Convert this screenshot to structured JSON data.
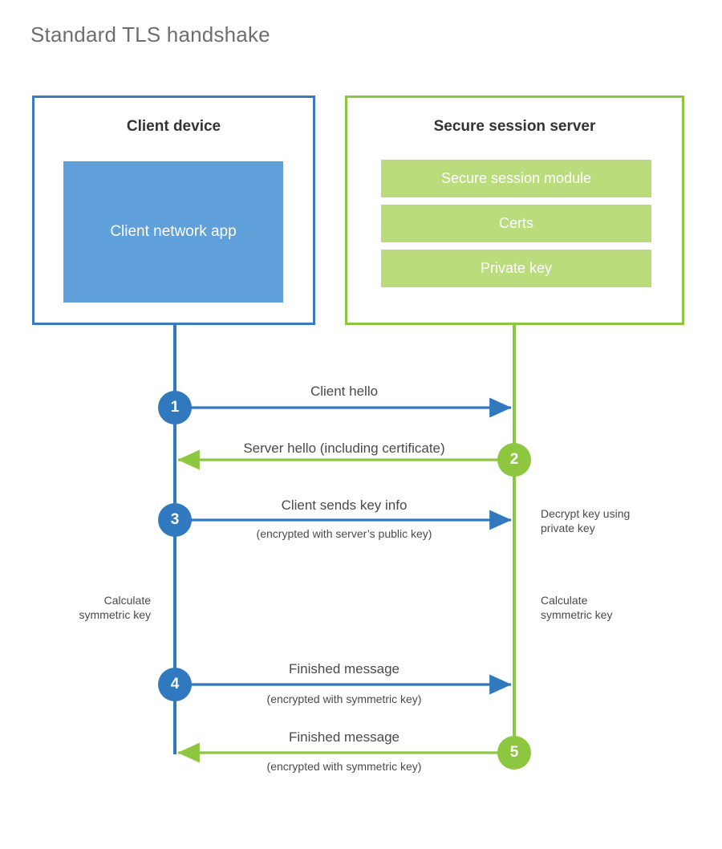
{
  "title": "Standard TLS handshake",
  "colors": {
    "client_border": "#3a7bbe",
    "client_fill": "#5fa0db",
    "server_border": "#8dc63f",
    "server_fill": "#badc7c",
    "client_accent": "#3079be",
    "server_accent": "#8dc63f",
    "title_text": "#6d6e71",
    "body_text": "#4a4a4a"
  },
  "client": {
    "title": "Client device",
    "app_label": "Client network app"
  },
  "server": {
    "title": "Secure session server",
    "bars": [
      {
        "label": "Secure session module"
      },
      {
        "label": "Certs"
      },
      {
        "label": "Private key"
      }
    ]
  },
  "steps": [
    {
      "number": "1",
      "side": "client",
      "direction": "right",
      "label": "Client hello",
      "sublabel": ""
    },
    {
      "number": "2",
      "side": "server",
      "direction": "left",
      "label": "Server hello (including certificate)",
      "sublabel": ""
    },
    {
      "number": "3",
      "side": "client",
      "direction": "right",
      "label": "Client sends key info",
      "sublabel": "(encrypted with server’s public key)"
    },
    {
      "number": "4",
      "side": "client",
      "direction": "right",
      "label": "Finished message",
      "sublabel": "(encrypted with symmetric key)"
    },
    {
      "number": "5",
      "side": "server",
      "direction": "left",
      "label": "Finished message",
      "sublabel": "(encrypted with symmetric key)"
    }
  ],
  "notes": {
    "decrypt_key": "Decrypt key using\nprivate key",
    "calculate_symmetric_key_client": "Calculate\nsymmetric key",
    "calculate_symmetric_key_server": "Calculate\nsymmetric key"
  }
}
